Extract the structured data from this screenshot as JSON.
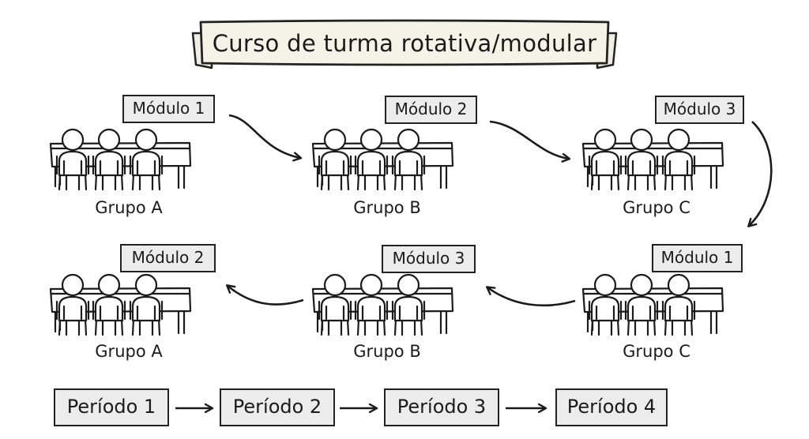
{
  "title": "Curso de turma rotativa/modular",
  "rows": [
    {
      "modules": [
        "Módulo 1",
        "Módulo 2",
        "Módulo 3"
      ],
      "groups": [
        "Grupo A",
        "Grupo B",
        "Grupo C"
      ]
    },
    {
      "modules": [
        "Módulo 2",
        "Módulo 3",
        "Módulo 1"
      ],
      "groups": [
        "Grupo A",
        "Grupo B",
        "Grupo C"
      ]
    }
  ],
  "periods": [
    "Período 1",
    "Período 2",
    "Período 3",
    "Período 4"
  ]
}
